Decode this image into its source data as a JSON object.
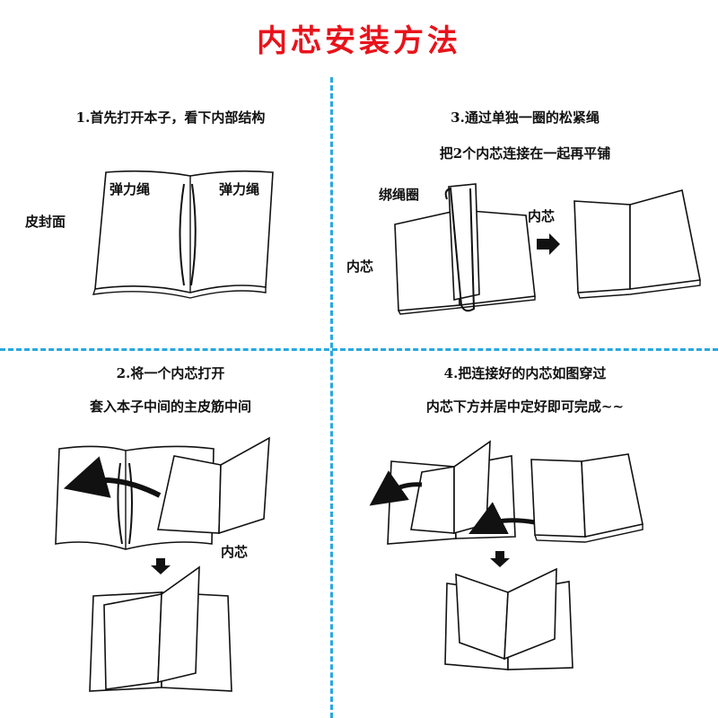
{
  "title": "内芯安装方法",
  "colors": {
    "title": "#e8131b",
    "divider": "#29a8e0"
  },
  "steps": {
    "s1": {
      "line1": "1.首先打开本子，看下内部结构"
    },
    "s2": {
      "line1": "2.将一个内芯打开",
      "line2": "套入本子中间的主皮筋中间"
    },
    "s3": {
      "line1": "3.通过单独一圈的松紧绳",
      "line2": "把2个内芯连接在一起再平铺"
    },
    "s4": {
      "line1": "4.把连接好的内芯如图穿过",
      "line2": "内芯下方并居中定好即可完成~~"
    }
  },
  "labels": {
    "elastic_left": "弹力绳",
    "elastic_right": "弹力绳",
    "leather_cover": "皮封面",
    "binding_loop": "绑绳圈",
    "inner_core_a": "内芯",
    "inner_core_b": "内芯",
    "inner_core_c": "内芯"
  },
  "icons": [
    "right-arrow-icon",
    "down-arrow-icon",
    "curved-arrow-icon"
  ]
}
